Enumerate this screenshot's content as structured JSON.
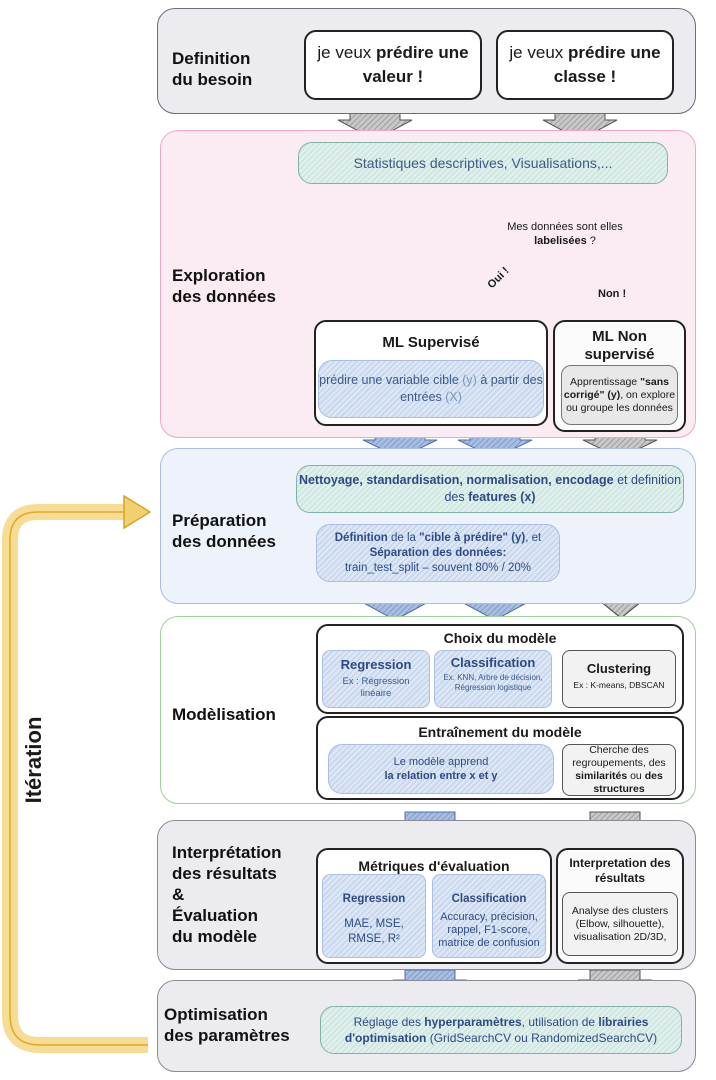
{
  "stages": {
    "definition": {
      "title_l1": "Definition",
      "title_l2": "du besoin"
    },
    "exploration": {
      "title_l1": "Exploration",
      "title_l2": "des données"
    },
    "preparation": {
      "title_l1": "Préparation",
      "title_l2": "des données"
    },
    "modelisation": {
      "title_l1": "Modèlisation"
    },
    "interpretation": {
      "title_l1": "Interprétation",
      "title_l2": "des résultats",
      "title_l3": "&",
      "title_l4": "Évaluation",
      "title_l5": "du modèle"
    },
    "optimisation": {
      "title_l1": "Optimisation",
      "title_l2": "des paramètres"
    }
  },
  "iteration": {
    "label": "Itération"
  },
  "need": {
    "value": {
      "pre": "je veux ",
      "bold": "prédire une",
      "post": "valeur !"
    },
    "class": {
      "pre": "je veux ",
      "bold": "prédire une",
      "post": "classe !"
    }
  },
  "exploration": {
    "stats": "Statistiques descriptives, Visualisations,...",
    "question": {
      "l1": "Mes données sont elles",
      "bold": "labelisées",
      "tail": " ?"
    },
    "oui": "Oui !",
    "non": "Non !",
    "supervised": {
      "title": "ML Supervisé",
      "desc_a": "prédire une variable cible ",
      "desc_y": "(y)",
      "desc_b": " à partir des entrées ",
      "desc_x": "(X)"
    },
    "unsupervised": {
      "title_l1": "ML Non",
      "title_l2": "supervisé",
      "desc_a": "Apprentissage ",
      "desc_bold": "\"sans corrigé\" (y)",
      "desc_b": ", on explore ou groupe les données"
    }
  },
  "preparation": {
    "cleaning": {
      "bold1": "Nettoyage, standardisation, normalisation, encodage",
      "mid": " et definition des ",
      "bold2": "features (x)"
    },
    "target": {
      "b1": "Définition",
      "t1": " de la ",
      "b2": "\"cible à prédire\" (y)",
      "t2": ", et",
      "b3": "Séparation des données:",
      "t3": "train_test_split – souvent 80% / 20%"
    }
  },
  "modelisation": {
    "choice_title": "Choix du modèle",
    "regression": {
      "title": "Regression",
      "desc": "Ex : Régression linéaire"
    },
    "classification": {
      "title": "Classification",
      "desc": "Ex. KNN, Arbre de décision, Régression logistique"
    },
    "clustering": {
      "title": "Clustering",
      "desc": "Ex : K-means, DBSCAN"
    },
    "training_title": "Entraînement du modèle",
    "training_sup": {
      "l1": "Le modèle apprend",
      "bold": "la relation entre x et y"
    },
    "training_unsup": {
      "a": "Cherche des regroupements, des ",
      "b1": "similarités",
      "m": " ou ",
      "b2": "des structures"
    }
  },
  "interpretation": {
    "metrics_title": "Métriques d'évaluation",
    "regression": {
      "title": "Regression",
      "desc": "MAE, MSE, RMSE, R²"
    },
    "classification": {
      "title": "Classification",
      "desc": "Accuracy, précision, rappel, F1-score, matrice de confusion"
    },
    "unsup_title": "Interpretation des résultats",
    "unsup_desc": "Analyse des clusters (Elbow, silhouette), visualisation 2D/3D,"
  },
  "optimisation": {
    "a": "Réglage des ",
    "b1": "hyperparamètres",
    "m": ", utilisation de ",
    "b2": "librairies d'optimisation",
    "c": " (GridSearchCV ou RandomizedSearchCV)"
  },
  "colors": {
    "definition": "#6c6c7a",
    "exploration": "#f0a6c8",
    "preparation": "#a9bde6",
    "modelisation": "#9fd09a",
    "interpretation": "#8a8a96",
    "optimisation": "#8a8a96",
    "iteration": "#f0c040",
    "arrow_blue": "#7d99c9",
    "arrow_gray": "#9b9b9b",
    "diamond": "#e8b545"
  }
}
